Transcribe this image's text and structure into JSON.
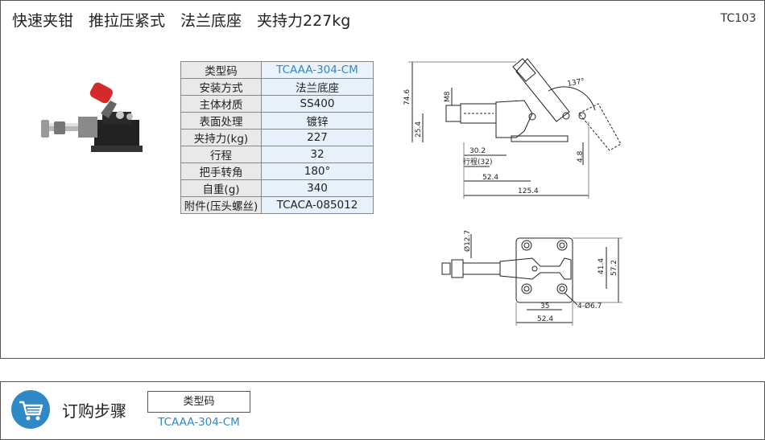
{
  "header": {
    "title": "快速夹钳　推拉压紧式　法兰底座　夹持力227kg",
    "code": "TC103"
  },
  "spec_table": [
    {
      "key": "类型码",
      "value": "TCAAA-304-CM",
      "highlight": true
    },
    {
      "key": "安装方式",
      "value": "法兰底座"
    },
    {
      "key": "主体材质",
      "value": "SS400"
    },
    {
      "key": "表面处理",
      "value": "镀锌"
    },
    {
      "key": "夹持力(kg)",
      "value": "227"
    },
    {
      "key": "行程",
      "value": "32"
    },
    {
      "key": "把手转角",
      "value": "180°"
    },
    {
      "key": "自重(g)",
      "value": "340"
    },
    {
      "key": "附件(压头螺丝)",
      "value": "TCACA-085012"
    }
  ],
  "drawing_side": {
    "d_746": "74.6",
    "d_m8": "M8",
    "d_254": "25.4",
    "d_137": "137°",
    "d_302": "30.2",
    "d_stroke": "行程(32)",
    "d_524": "52.4",
    "d_1254": "125.4",
    "d_48": "4.8"
  },
  "drawing_top": {
    "d_127": "Ø12.7",
    "d_414": "41.4",
    "d_572": "57.2",
    "d_35": "35",
    "d_holes": "4-Ø6.7",
    "d_524": "52.4"
  },
  "order": {
    "title": "订购步骤",
    "field_label": "类型码",
    "field_value": "TCAAA-304-CM"
  },
  "colors": {
    "accent": "#2e89c6",
    "handle": "#d42a2a"
  }
}
